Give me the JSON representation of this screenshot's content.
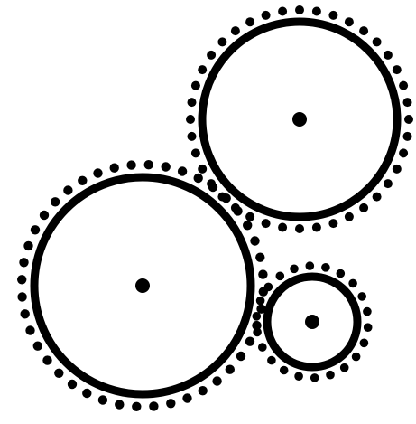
{
  "icon": {
    "name": "gears-icon",
    "colors": {
      "ink": "#000000",
      "background": "#ffffff"
    },
    "gears": [
      {
        "name": "gear-large",
        "teeth": 44
      },
      {
        "name": "gear-medium",
        "teeth": 40
      },
      {
        "name": "gear-small",
        "teeth": 22
      }
    ]
  }
}
